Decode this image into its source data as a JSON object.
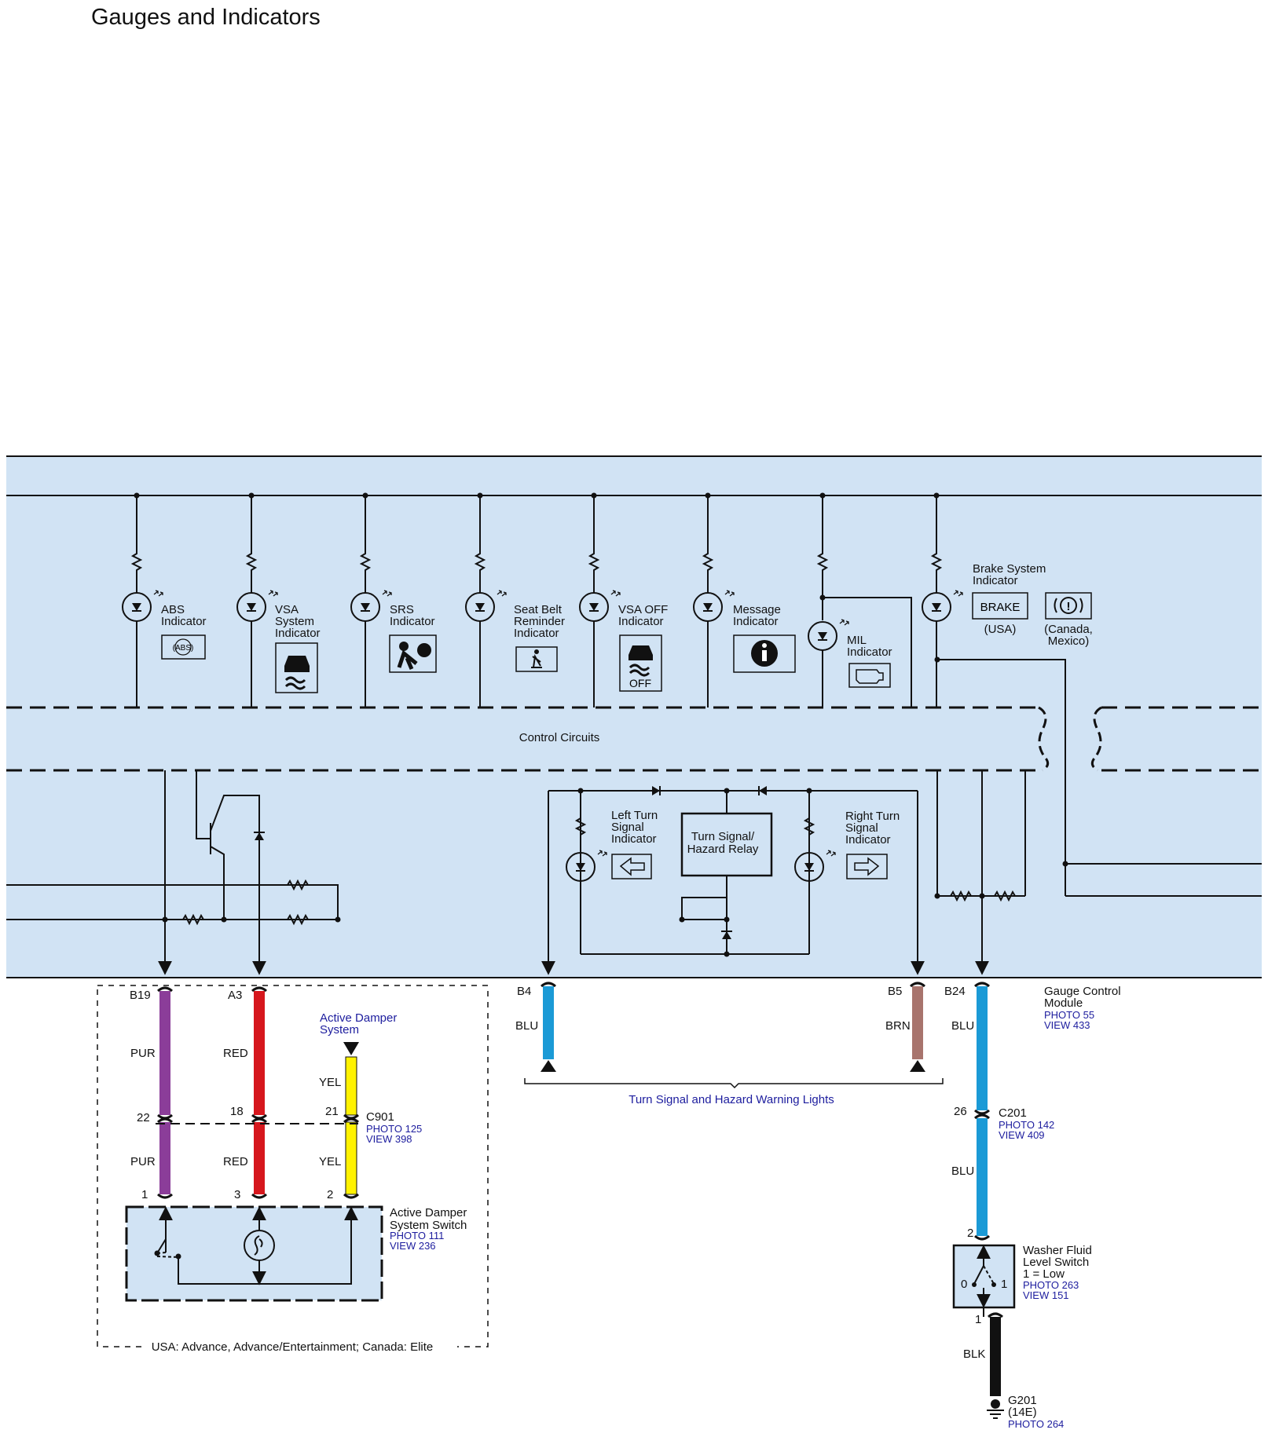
{
  "page": {
    "title": "Gauges and Indicators"
  },
  "indicators": [
    {
      "label": [
        "ABS",
        "Indicator"
      ],
      "icon": "abs-symbol",
      "icon_text": "(ABS)"
    },
    {
      "label": [
        "VSA",
        "System",
        "Indicator"
      ],
      "icon": "vsa-car-skid-symbol"
    },
    {
      "label": [
        "SRS",
        "Indicator"
      ],
      "icon": "srs-airbag-symbol"
    },
    {
      "label": [
        "Seat Belt",
        "Reminder",
        "Indicator"
      ],
      "icon": "seat-belt-symbol"
    },
    {
      "label": [
        "VSA OFF",
        "Indicator"
      ],
      "icon": "vsa-off-symbol",
      "icon_text": "OFF"
    },
    {
      "label": [
        "Message",
        "Indicator"
      ],
      "icon": "info-symbol"
    },
    {
      "label": [
        "MIL",
        "Indicator"
      ],
      "icon": "engine-symbol"
    },
    {
      "label": [
        "Brake System",
        "Indicator"
      ],
      "icon": "brake-symbol"
    }
  ],
  "brake": {
    "usa_text": "BRAKE",
    "usa_note": "(USA)",
    "canada_note": [
      "(Canada,",
      "Mexico)"
    ]
  },
  "control_circuits": "Control Circuits",
  "turn_signal": {
    "left": [
      "Left Turn",
      "Signal",
      "Indicator"
    ],
    "right": [
      "Right Turn",
      "Signal",
      "Indicator"
    ],
    "relay": [
      "Turn Signal/",
      "Hazard Relay"
    ],
    "bracket_label": "Turn Signal and Hazard Warning Lights"
  },
  "gauge_module": {
    "name": [
      "Gauge Control",
      "Module"
    ],
    "photo": "PHOTO 55",
    "view": "VIEW 433"
  },
  "terminals": {
    "b19": "B19",
    "a3": "A3",
    "b4": "B4",
    "b5": "B5",
    "b24": "B24"
  },
  "wires": {
    "pur": "PUR",
    "red": "RED",
    "yel": "YEL",
    "blu": "BLU",
    "brn": "BRN",
    "blk": "BLK"
  },
  "active_damper": {
    "system_label": [
      "Active Damper",
      "System"
    ],
    "switch_label": [
      "Active Damper",
      "System Switch"
    ],
    "photo": "PHOTO 111",
    "view": "VIEW 236",
    "pins": {
      "upper_pur": "22",
      "upper_red": "18",
      "upper_yel": "21",
      "lower_pur": "1",
      "lower_red": "3",
      "lower_yel": "2"
    },
    "note": "USA: Advance, Advance/Entertainment; Canada: Elite"
  },
  "c901": {
    "name": "C901",
    "photo": "PHOTO 125",
    "view": "VIEW 398"
  },
  "c201": {
    "name": "C201",
    "pin": "26",
    "photo": "PHOTO 142",
    "view": "VIEW 409"
  },
  "washer": {
    "label": [
      "Washer Fluid",
      "Level Switch",
      "1 = Low"
    ],
    "photo": "PHOTO 263",
    "view": "VIEW 151",
    "pin_top": "2",
    "pin_bottom": "1",
    "pos0": "0",
    "pos1": "1"
  },
  "ground": {
    "name": "G201",
    "loc": "(14E)",
    "photo": "PHOTO 264"
  },
  "colors": {
    "module_fill": "#d1e3f4",
    "pur": "#8b3d99",
    "red": "#d6171d",
    "yel": "#fff200",
    "blu": "#1b9ad6",
    "brn": "#a8746d",
    "blk": "#111111",
    "ref_text": "#1d1d9e"
  }
}
